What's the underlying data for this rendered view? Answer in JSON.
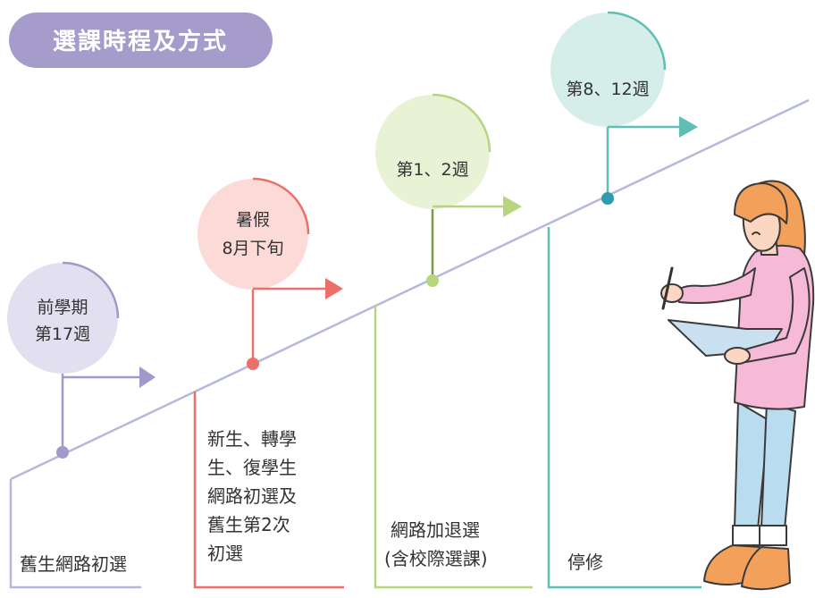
{
  "title": "選課時程及方式",
  "colors": {
    "title_bg": "#a59ccb",
    "timeline": "#b4b8da",
    "stage1": "#9f9ac9",
    "stage2": "#ec6f6a",
    "stage3": "#b7d57f",
    "stage4": "#5fbfb3",
    "text": "#333333"
  },
  "stages": [
    {
      "circle_lines": [
        "前學期",
        "第17週"
      ],
      "description_lines": [
        "舊生網路初選"
      ]
    },
    {
      "circle_lines": [
        "暑假",
        "8月下旬"
      ],
      "description_lines": [
        "新生、轉學",
        "生、復學生",
        "網路初選及",
        "舊生第2次",
        "初選"
      ]
    },
    {
      "circle_lines": [
        "第1、2週"
      ],
      "description_lines": [
        "網路加退選",
        "(含校際選課)"
      ]
    },
    {
      "circle_lines": [
        "第8、12週"
      ],
      "description_lines": [
        "停修"
      ]
    }
  ],
  "illustration": "woman-reading-with-pen"
}
